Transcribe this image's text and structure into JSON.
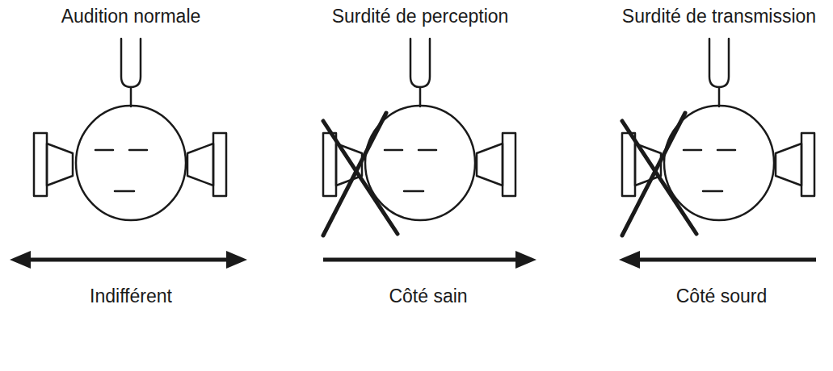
{
  "diagram": {
    "labels": [
      "Audition normale",
      "Surdité de perception",
      "Surdité de transmission",
      "Indifférent",
      "Côté sain",
      "Côté sourd"
    ]
  }
}
